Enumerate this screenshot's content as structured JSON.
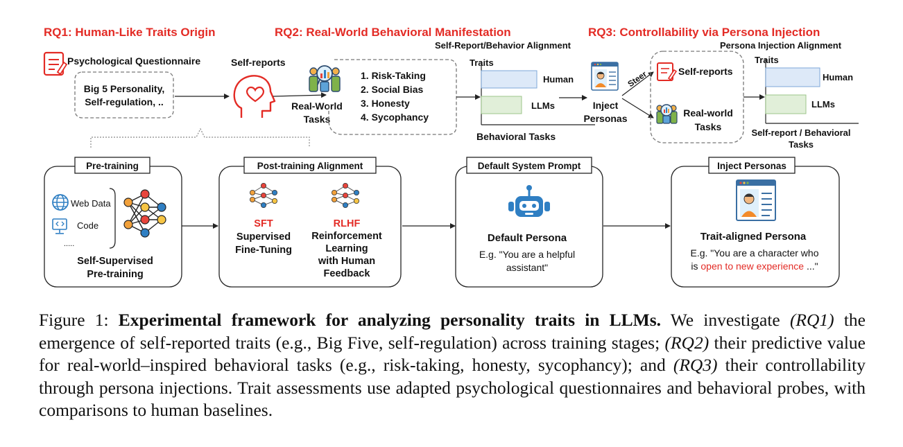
{
  "rq": {
    "rq1": "RQ1: Human-Like Traits Origin",
    "rq2": "RQ2: Real-World Behavioral Manifestation",
    "rq3": "RQ3: Controllability via Persona Injection"
  },
  "top": {
    "questionnaire_label": "Psychological Questionnaire",
    "questionnaire_line1": "Big 5 Personality,",
    "questionnaire_line2": "Self-regulation, ..",
    "self_reports_label": "Self-reports",
    "tasks_label_line1": "Real-World",
    "tasks_label_line2": "Tasks",
    "tasks": [
      "1. Risk-Taking",
      "2. Social Bias",
      "3. Honesty",
      "4. Sycophancy"
    ],
    "alignment_title": "Self-Report/Behavior Alignment",
    "alignment_y_label": "Traits",
    "alignment_x_label": "Behavioral Tasks",
    "alignment_human": "Human",
    "alignment_llms": "LLMs",
    "inject_line1": "Inject",
    "inject_line2": "Personas",
    "steer": "Steer",
    "rq3_self_reports": "Self-reports",
    "rq3_realworld_line1": "Real-world",
    "rq3_realworld_line2": "Tasks",
    "injection_title": "Persona Injection Alignment",
    "injection_y_label": "Traits",
    "injection_x_line1": "Self-report / Behavioral",
    "injection_x_line2": "Tasks",
    "injection_human": "Human",
    "injection_llms": "LLMs"
  },
  "stages": {
    "pretraining": {
      "title": "Pre-training",
      "web": "Web Data",
      "code": "Code",
      "dots": ".....",
      "caption_line1": "Self-Supervised",
      "caption_line2": "Pre-training"
    },
    "posttraining": {
      "title": "Post-training Alignment",
      "sft": "SFT",
      "sft_line1": "Supervised",
      "sft_line2": "Fine-Tuning",
      "rlhf": "RLHF",
      "rlhf_line1": "Reinforcement",
      "rlhf_line2": "Learning",
      "rlhf_line3": "with Human",
      "rlhf_line4": "Feedback"
    },
    "default": {
      "title": "Default System Prompt",
      "persona": "Default Persona",
      "example_line1": "E.g. \"You are a helpful",
      "example_line2": "assistant\""
    },
    "inject": {
      "title": "Inject Personas",
      "persona": "Trait-aligned Persona",
      "example_line1": "E.g. \"You are a character who",
      "example_line2_prefix": "is ",
      "example_line2_red": "open to new experience",
      "example_line2_suffix": " ...\""
    }
  },
  "caption": {
    "prefix": "Figure 1: ",
    "bold": "Experimental framework for analyzing personality traits in LLMs.",
    "p1": " We investigate ",
    "rq1": "(RQ1)",
    "p2": " the emergence of self-reported traits (e.g., Big Five, self-regulation) across training stages; ",
    "rq2": "(RQ2)",
    "p3": " their predictive value for real-world–inspired behavioral tasks (e.g., risk-taking, honesty, sycophancy); and ",
    "rq3": "(RQ3)",
    "p4": " their controllability through persona injections. Trait assessments use adapted psychological questionnaires and behavioral probes, with comparisons to human baselines."
  },
  "colors": {
    "red": "#e32b25",
    "blue": "#2f7fc3",
    "human_fill": "#dde9f8",
    "human_stroke": "#7da7d9",
    "llm_fill": "#e1efd9",
    "llm_stroke": "#9cc48a",
    "node_red": "#e8453c",
    "node_orange": "#f2a13b",
    "node_yellow": "#f7c544",
    "node_blue": "#2f7fc3"
  }
}
